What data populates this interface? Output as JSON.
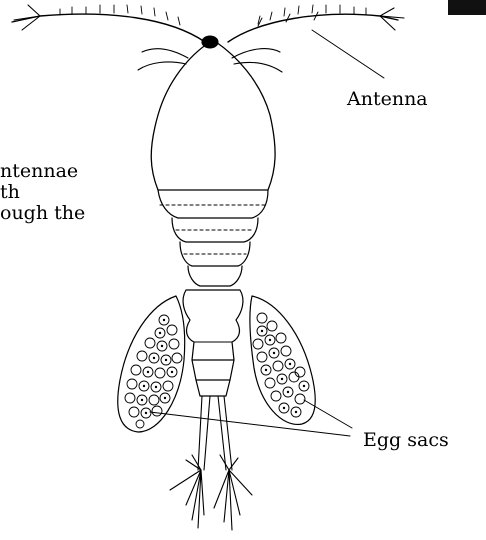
{
  "labels": {
    "antenna": "Antenna",
    "egg_sacs": "Egg sacs"
  },
  "cut_text": {
    "line1": "ntennae",
    "line2": "th",
    "line3": "ough the"
  },
  "colors": {
    "ink": "#000000",
    "background": "#ffffff"
  }
}
